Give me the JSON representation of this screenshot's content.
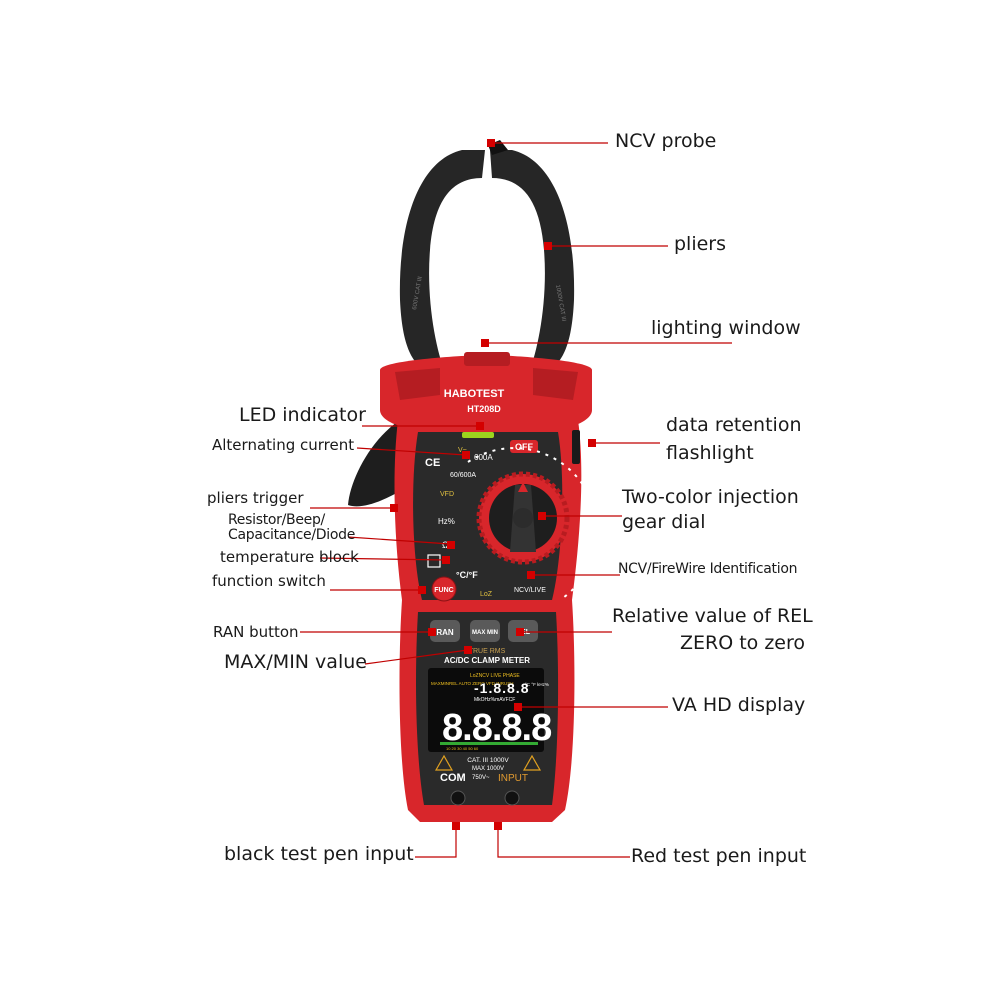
{
  "device": {
    "brand": "HABOTEST",
    "model": "HT208D",
    "off_label": "OFF",
    "dial_labels": {
      "vac": "V~",
      "a_range": "600A",
      "a_ranges": "60/600A",
      "vfd": "VFD",
      "hz": "Hz%",
      "ohm": "Ω",
      "temp": "°C/°F",
      "loz": "LoZ",
      "ncv": "NCV/LIVE",
      "ce": "CE"
    },
    "buttons": {
      "func": "FUNC",
      "ran": "RAN",
      "maxmin": "MAX MIN",
      "rel": "REL"
    },
    "panel_text": {
      "true_rms": "TRUE RMS",
      "clamp_meter": "AC/DC CLAMP METER"
    },
    "lcd": {
      "top_icons": "LoZNCV LIVE PHASE",
      "small_reading": "-1.8.8.8",
      "units_right": "°C °F kHz%",
      "units_row": "MkOHz%mAVFCF",
      "status_left": "MAXMINREL AUTO ZERO VFD INRUSH",
      "main_reading": "8.8.8.8",
      "bar_scale": "10 20 30 40 50 60"
    },
    "bottom": {
      "cat_rating": "CAT. III 1000V",
      "max_voltage": "MAX 1000V",
      "com": "COM",
      "ac_limit": "750V~",
      "input": "INPUT"
    }
  },
  "callouts": {
    "ncv_probe": "NCV probe",
    "pliers": "pliers",
    "lighting_window": "lighting window",
    "led_indicator": "LED indicator",
    "alternating_current": "Alternating current",
    "data_retention": "data retention",
    "flashlight": "flashlight",
    "pliers_trigger": "pliers trigger",
    "two_color_1": "Two-color injection",
    "two_color_2": "gear dial",
    "resistor_1": "Resistor/Beep/",
    "resistor_2": "Capacitance/Diode",
    "temperature_block": "temperature block",
    "ncv_firewire": "NCV/FireWire Identification",
    "function_switch": "function switch",
    "relative_1": "Relative value of REL",
    "relative_2": "ZERO to zero",
    "ran_button": "RAN button",
    "maxmin_value": "MAX/MIN value",
    "va_display": "VA HD display",
    "black_pen": "black test pen input",
    "red_pen": "Red test pen input"
  },
  "colors": {
    "marker": "#d40000",
    "line": "#c00000",
    "body_red": "#d8262b",
    "body_dark": "#222222",
    "lcd_bg": "#0b0b0b"
  }
}
